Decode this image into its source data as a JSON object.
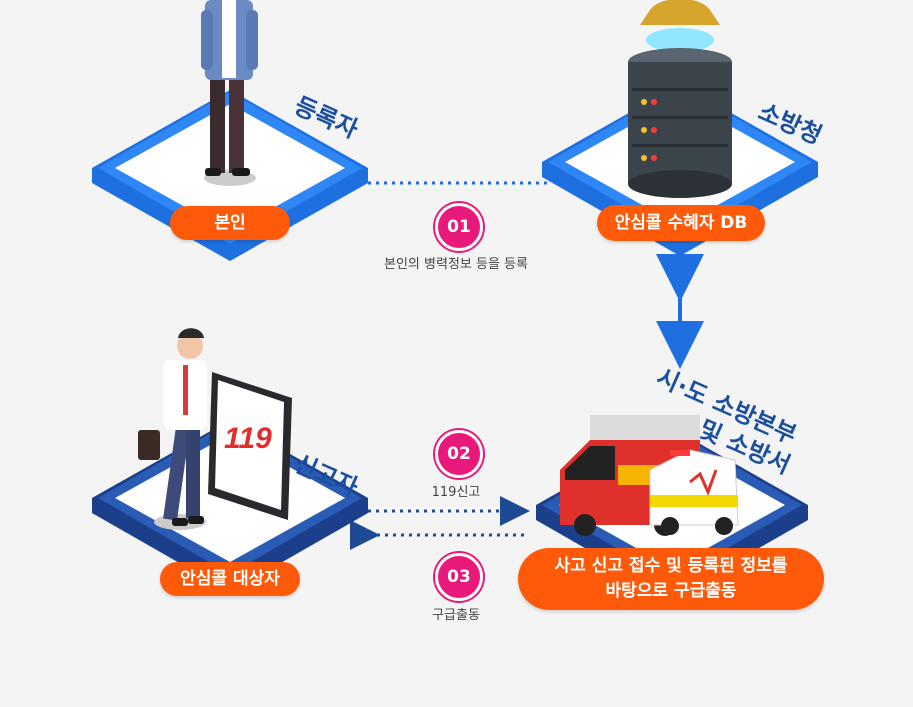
{
  "nodes": {
    "registrant": {
      "role": "등록자",
      "label": "본인"
    },
    "fire_agency": {
      "role": "소방청",
      "label": "안심콜 수혜자 DB"
    },
    "reporter": {
      "role": "신고자",
      "label": "안심콜 대상자"
    },
    "fire_hq": {
      "role_line1": "시·도 소방본부",
      "role_line2": "및 소방서",
      "label_line1": "사고 신고 접수 및 등록된 정보를",
      "label_line2": "바탕으로 구급출동"
    }
  },
  "steps": [
    {
      "number": "01",
      "caption": "본인의 병력정보 등을 등록"
    },
    {
      "number": "02",
      "caption": "119신고"
    },
    {
      "number": "03",
      "caption": "구급출동"
    }
  ],
  "tablet_logo": "119",
  "colors": {
    "accent_blue": "#1e6fe0",
    "accent_orange": "#ff5a0a",
    "step_pink": "#e8197b",
    "role_text": "#1a4fa0"
  }
}
